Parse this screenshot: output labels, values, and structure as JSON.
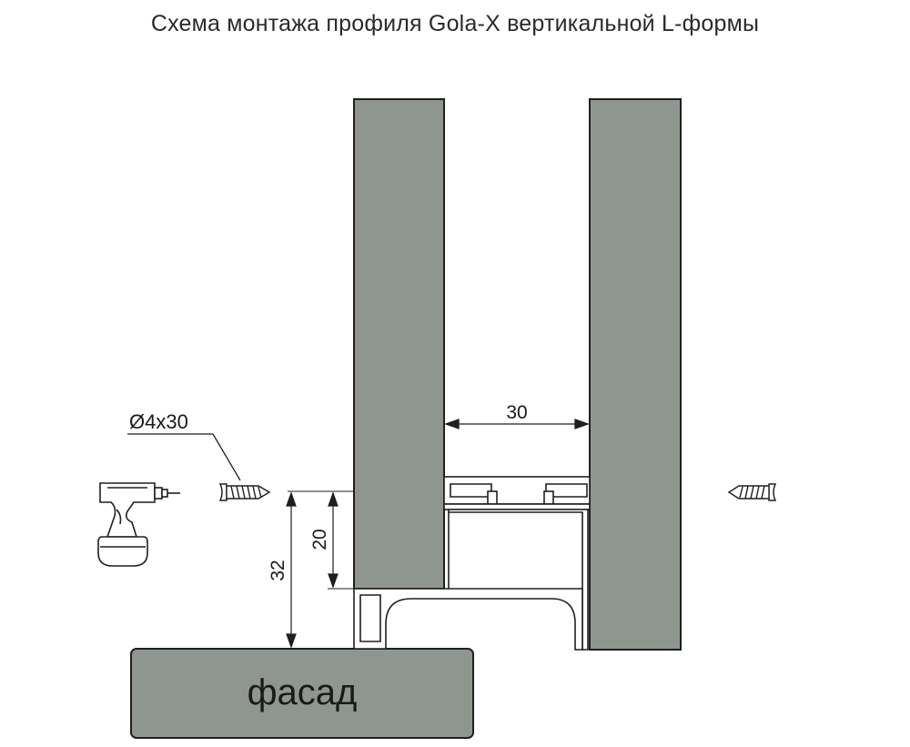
{
  "title": "Схема монтажа профиля Gola-X вертикальной L-формы",
  "labels": {
    "screw_spec": "Ø4x30",
    "gap_width": "30",
    "offset_top": "20",
    "offset_facade": "32",
    "facade": "фасад"
  },
  "colors": {
    "panel_fill": "#8f9690",
    "outline": "#1f1f1f",
    "profile_fill": "#ffffff",
    "background": "#ffffff"
  },
  "icons": [
    "screwdriver-icon",
    "screw-icon"
  ]
}
